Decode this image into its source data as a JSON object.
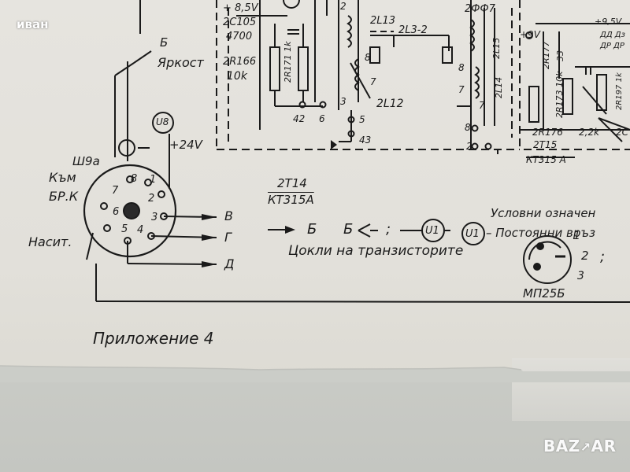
{
  "watermark": {
    "user": "иван"
  },
  "logo": {
    "text": "BAZ↗AR"
  },
  "top_labels": {
    "v85": "+ 8,5V",
    "c105": "2C105",
    "c4700": "4700",
    "r166": "2R166",
    "r10k": "10k",
    "r171": "2R171 1k",
    "l13": "2L13",
    "l32": "2L3-2",
    "f7": "2ФФ7",
    "l15": "2L15",
    "l14": "2L14",
    "l12": "2L12",
    "r177": "2R177",
    "r33": "33",
    "r173": "2R173 10k",
    "r176": "2R176",
    "r22k": "2,2k",
    "t15": "2T15",
    "kt315a_r": "КТ315 А",
    "v9": "+9V",
    "v95": "+9,5V",
    "d20": "ДД Дз",
    "d20b": "ДР ДР",
    "r197": "2R197 1k",
    "c2": "2C"
  },
  "pin_labels": {
    "p42": "42",
    "p6": "6",
    "p5": "5",
    "p43": "43",
    "p3": "3",
    "p2": "2",
    "p8a": "8",
    "p7a": "7",
    "p8b": "8",
    "p7b": "7",
    "p7c": "7",
    "p8c": "8",
    "p2b": "2"
  },
  "left": {
    "b": "Б",
    "brightness": "Яркост",
    "u8": "U8",
    "v24": "+24V",
    "sh9a": "Ш9а",
    "kam": "Към",
    "brk": "БР.К",
    "nasit": "Насит.",
    "out_v": "В",
    "out_g": "Г",
    "out_d": "Д",
    "pins": [
      "7",
      "8",
      "1",
      "2",
      "6",
      "3",
      "5",
      "4"
    ]
  },
  "middle": {
    "t14": "2T14",
    "kt315a": "КТ315А",
    "arrow_b": "Б",
    "b_fork": "Б",
    "u1a": "U1",
    "u1b": "U1",
    "semicolon": ";",
    "legend_title": "Условни   означен",
    "legend_const": "– Постоянни  връз",
    "cycles": "Цокли на транзисторите",
    "pin1": "1",
    "pin2": "2",
    "pin3": "3",
    "semicolon2": ";",
    "mp25b": "МП25Б"
  },
  "appendix": "Приложение  4"
}
